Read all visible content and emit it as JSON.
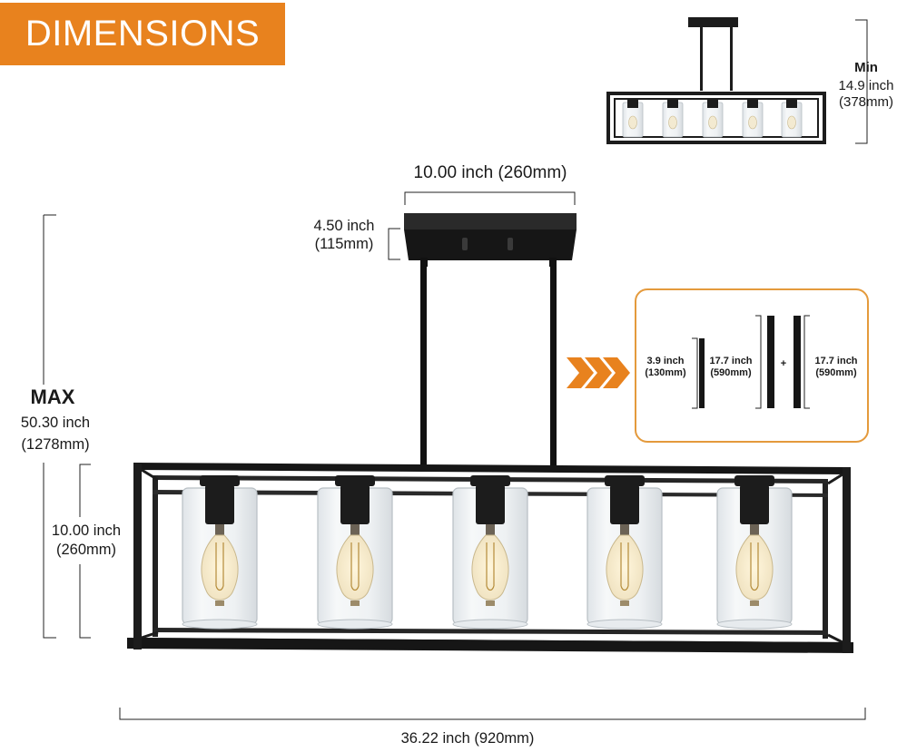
{
  "title": "DIMENSIONS",
  "min_height": {
    "label": "Min",
    "inch": "14.9 inch",
    "mm": "(378mm)"
  },
  "canopy_width": "10.00 inch (260mm)",
  "canopy_depth": {
    "inch": "4.50 inch",
    "mm": "(115mm)"
  },
  "max_height": {
    "label": "MAX",
    "inch": "50.30 inch",
    "mm": "(1278mm)"
  },
  "body_height": {
    "inch": "10.00 inch",
    "mm": "(260mm)"
  },
  "total_length": "36.22 inch (920mm)",
  "extension_rods": [
    {
      "inch": "3.9 inch",
      "mm": "(130mm)"
    },
    {
      "inch": "17.7 inch",
      "mm": "(590mm)"
    },
    {
      "inch": "17.7 inch",
      "mm": "(590mm)"
    }
  ],
  "plus_sign": "+",
  "colors": {
    "accent": "#e8821e",
    "box_border": "#e49a3c",
    "metal": "#1c1c1c"
  },
  "icons": [
    "chevron-arrows-icon"
  ]
}
